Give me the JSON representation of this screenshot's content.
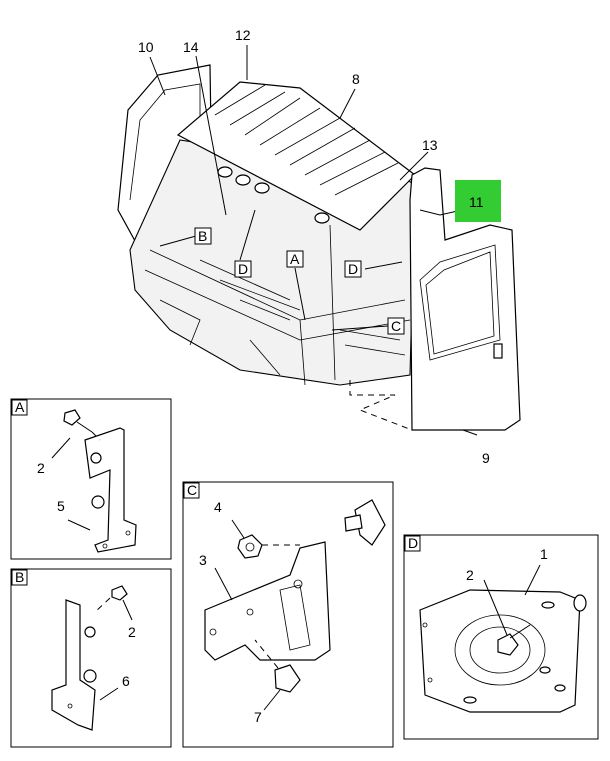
{
  "callouts": {
    "c10": "10",
    "c14": "14",
    "c12": "12",
    "c8": "8",
    "c13": "13",
    "c11": "11",
    "c9": "9",
    "a2": "2",
    "a5": "5",
    "b2": "2",
    "b6": "6",
    "cc4": "4",
    "cc3": "3",
    "cc7": "7",
    "d1": "1",
    "d2": "2"
  },
  "view_letters": {
    "A": "A",
    "B": "B",
    "C": "C",
    "D": "D",
    "main_A": "A",
    "main_B": "B",
    "main_C": "C",
    "main_D1": "D",
    "main_D2": "D"
  },
  "colors": {
    "highlight": "#33cc33",
    "line": "#000000"
  }
}
